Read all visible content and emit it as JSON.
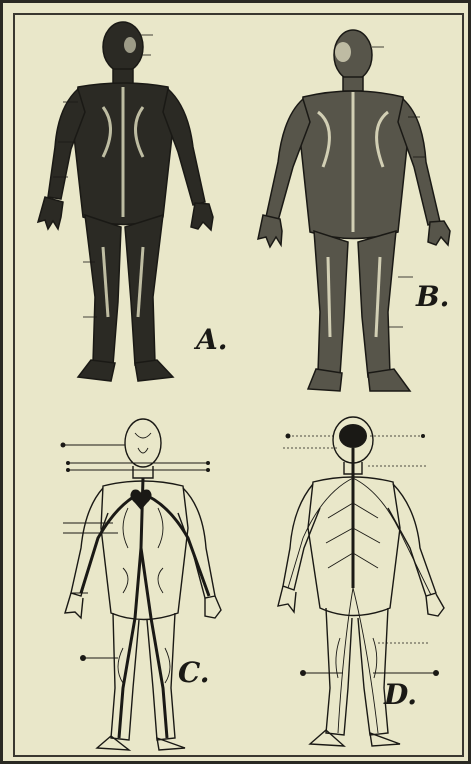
{
  "plate": {
    "background_color": "#e9e7c9",
    "ink_color": "#1a1915",
    "figures": [
      {
        "letter": "A.",
        "subject": "muscular-system-front"
      },
      {
        "letter": "B.",
        "subject": "muscular-system-back"
      },
      {
        "letter": "C.",
        "subject": "circulatory-system"
      },
      {
        "letter": "D.",
        "subject": "nervous-system"
      }
    ]
  }
}
